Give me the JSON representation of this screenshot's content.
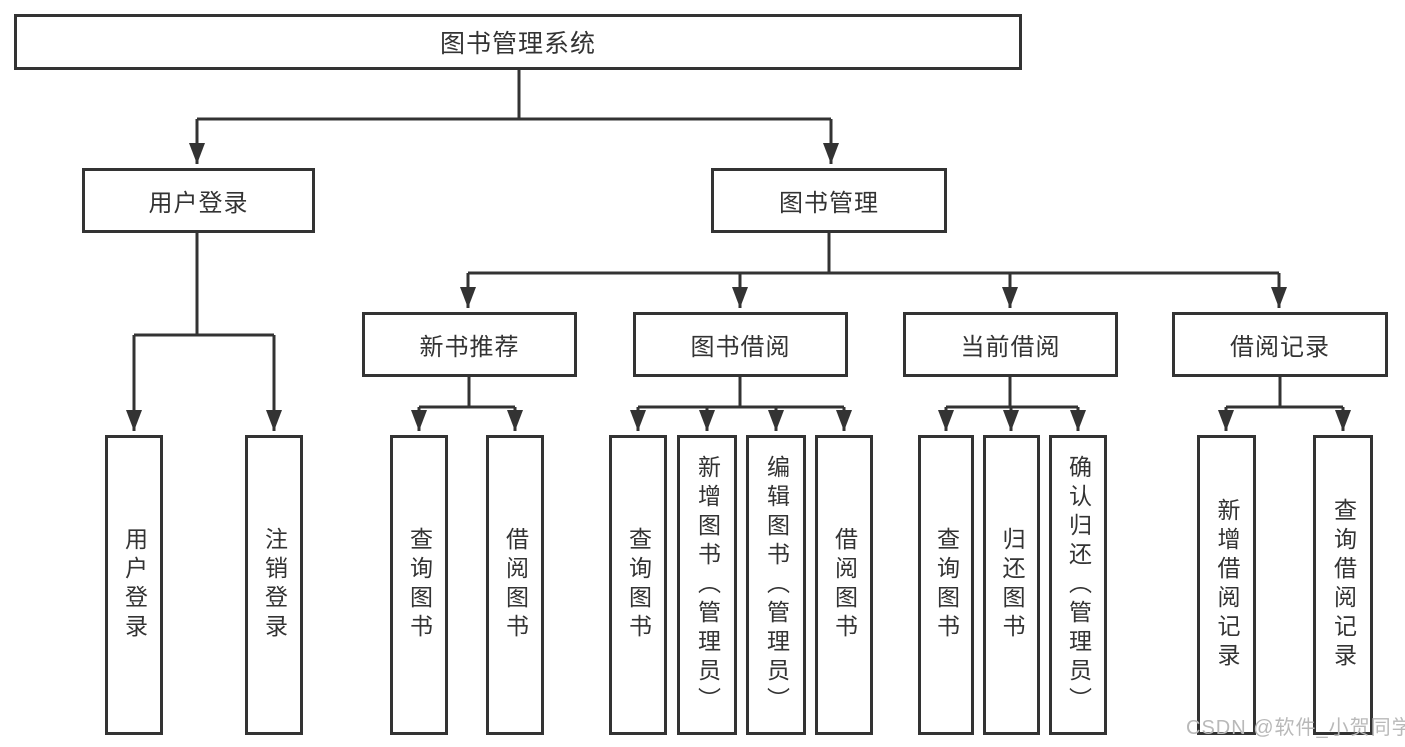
{
  "diagram": {
    "nodes": {
      "root": {
        "label": "图书管理系统"
      },
      "user_login": {
        "label": "用户登录"
      },
      "book_mgmt": {
        "label": "图书管理"
      },
      "new_book_rec": {
        "label": "新书推荐"
      },
      "book_borrow": {
        "label": "图书借阅"
      },
      "current_borrow": {
        "label": "当前借阅"
      },
      "borrow_record": {
        "label": "借阅记录"
      },
      "login": {
        "label": "用户登录"
      },
      "logout": {
        "label": "注销登录"
      },
      "nbr_query_books": {
        "label": "查询图书"
      },
      "nbr_borrow_books": {
        "label": "借阅图书"
      },
      "bb_query_books": {
        "label": "查询图书"
      },
      "bb_add_books": {
        "label": "新增图书（管理员）"
      },
      "bb_edit_books": {
        "label": "编辑图书（管理员）"
      },
      "bb_borrow_books": {
        "label": "借阅图书"
      },
      "cb_query_books": {
        "label": "查询图书"
      },
      "cb_return_books": {
        "label": "归还图书"
      },
      "cb_confirm_return": {
        "label": "确认归还（管理员）"
      },
      "br_add_record": {
        "label": "新增借阅记录"
      },
      "br_query_record": {
        "label": "查询借阅记录"
      }
    },
    "watermark": "CSDN @软件_小贺同学",
    "colors": {
      "line": "#333333",
      "text": "#333333",
      "watermark": "#b9b9b9",
      "background": "#ffffff"
    }
  }
}
